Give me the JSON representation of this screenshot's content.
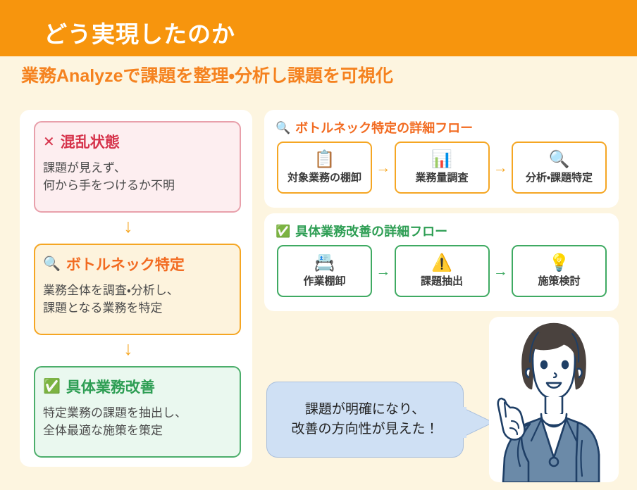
{
  "header": {
    "title": "どう実現したのか",
    "subtitle": "業務Analyzeで課題を整理・分析し課題を可視化",
    "banner_color": "#f7950d",
    "subtitle_color": "#f5821f",
    "background_color": "#fdf5e0"
  },
  "left_flow": {
    "arrow_glyph": "↓",
    "steps": [
      {
        "icon": "cross-mark-icon",
        "icon_glyph": "✕",
        "heading": "混乱状態",
        "body_lines": [
          "課題が見えず、",
          "何から手をつけるか不明"
        ],
        "accent_color": "#d6334b",
        "background_color": "#fdeef0"
      },
      {
        "icon": "magnifier-icon",
        "icon_glyph": "🔍",
        "heading": "ボトルネック特定",
        "body_lines": [
          "業務全体を調査・分析し、",
          "課題となる業務を特定"
        ],
        "accent_color": "#f26b21",
        "background_color": "#fdf3dd"
      },
      {
        "icon": "check-box-icon",
        "icon_glyph": "✅",
        "heading": "具体業務改善",
        "body_lines": [
          "特定業務の課題を抽出し、",
          "全体最適な施策を策定"
        ],
        "accent_color": "#2e9e54",
        "background_color": "#eaf8ef"
      }
    ]
  },
  "right_flows": [
    {
      "title": "ボトルネック特定の詳細フロー",
      "title_icon": "magnifier-icon",
      "title_icon_glyph": "🔍",
      "accent_color": "#f26b21",
      "border_color": "#f5a623",
      "arrow_glyph": "→",
      "boxes": [
        {
          "icon": "clipboard-icon",
          "icon_glyph": "📋",
          "label": "対象業務の棚卸"
        },
        {
          "icon": "bar-chart-icon",
          "icon_glyph": "📊",
          "label": "業務量調査"
        },
        {
          "icon": "magnifier-icon",
          "icon_glyph": "🔍",
          "label": "分析・課題特定"
        }
      ]
    },
    {
      "title": "具体業務改善の詳細フロー",
      "title_icon": "check-box-icon",
      "title_icon_glyph": "✅",
      "accent_color": "#2e9e54",
      "border_color": "#3faa62",
      "arrow_glyph": "→",
      "boxes": [
        {
          "icon": "card-index-icon",
          "icon_glyph": "📇",
          "label": "作業棚卸"
        },
        {
          "icon": "warning-icon",
          "icon_glyph": "⚠️",
          "label": "課題抽出"
        },
        {
          "icon": "light-bulb-icon",
          "icon_glyph": "💡",
          "label": "施策検討"
        }
      ]
    }
  ],
  "speech_bubble": {
    "lines": [
      "課題が明確になり、",
      "改善の方向性が見えた！"
    ],
    "fill_color": "#cfe0f4",
    "border_color": "#a9bfdd"
  },
  "illustration": {
    "name": "businesswoman-pointing-up-illustration",
    "suit_color": "#6b8aa8",
    "hair_color": "#4a423e",
    "line_color": "#1f3f66"
  }
}
